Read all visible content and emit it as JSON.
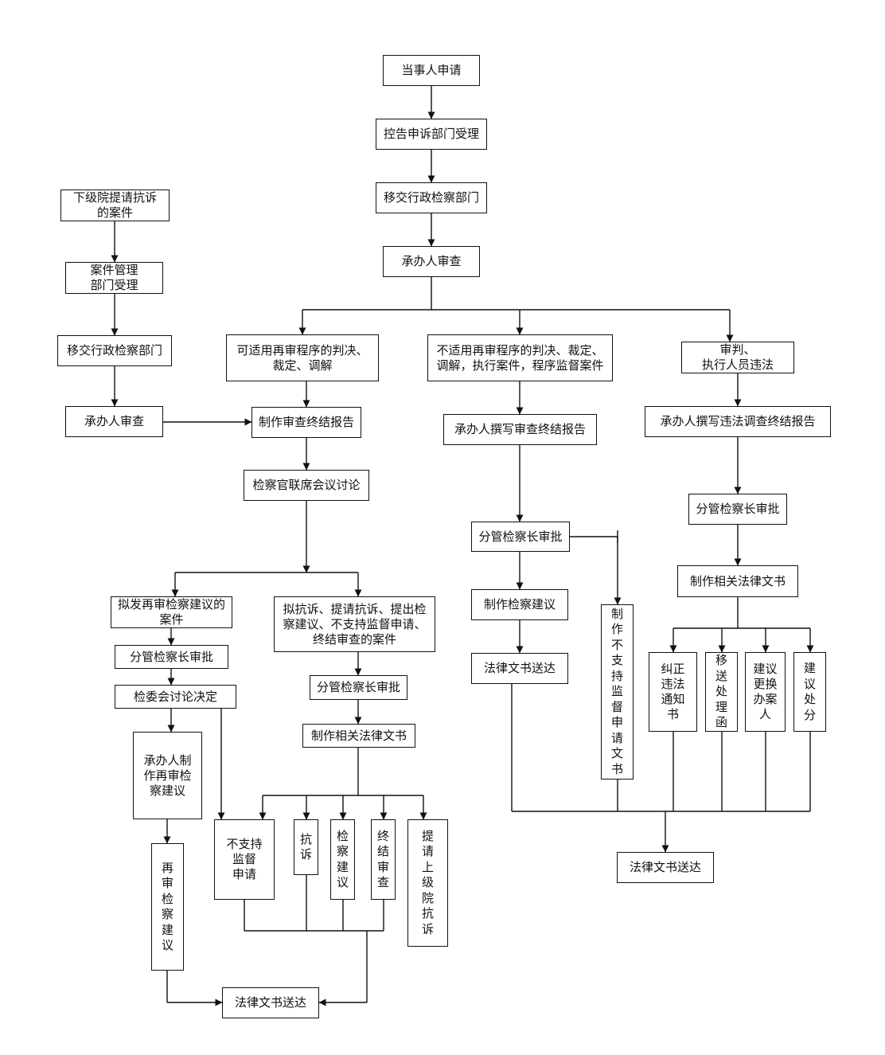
{
  "colors": {
    "line": "#111111",
    "box_fill": "#ffffff",
    "background": "#ffffff"
  },
  "nodes": {
    "n_apply": "当事人申请",
    "n_accept": "控告申诉部门受理",
    "n_transfer": "移交行政检察部门",
    "n_review": "承办人审查",
    "l_lower": "下级院提请抗诉\n的案件",
    "l_casemgmt": "案件管理\n部门受理",
    "l_transfer": "移交行政检察部门",
    "l_review": "承办人审查",
    "b1_title": "可适用再审程序的判决、\n裁定、调解",
    "b1_report": "制作审查终结报告",
    "b1_meeting": "检察官联席会议讨论",
    "b1a_title": "拟发再审检察建议的\n案件",
    "b1a_approve": "分管检察长审批",
    "b1a_committee": "检委会讨论决定",
    "b1a_make": "承办人制作再审检察建议",
    "b1a_recheck": "再审检察建议",
    "b1a_deliver": "法律文书送达",
    "b1b_title": "拟抗诉、提请抗诉、提出检\n察建议、不支持监督申请、\n终结审查的案件",
    "b1b_approve": "分管检察长审批",
    "b1b_docs": "制作相关法律文书",
    "b1b_nosupport": "不支持\n监督\n申请",
    "b1b_protest": "抗诉",
    "b1b_suggest": "检察建议",
    "b1b_end": "终结审查",
    "b1b_request": "提请上级院抗诉",
    "b2_title": "不适用再审程序的判决、裁定、\n调解，执行案件，程序监督案件",
    "b2_report": "承办人撰写审查终结报告",
    "b2_approve": "分管检察长审批",
    "b2_suggest": "制作检察建议",
    "b2_deliver1": "法律文书送达",
    "b2_nosupport": "制作不支持监督申请文书",
    "b3_title": "审判、\n执行人员违法",
    "b3_report": "承办人撰写违法调查终结报告",
    "b3_approve": "分管检察长审批",
    "b3_docs": "制作相关法律文书",
    "b3_notice": "纠正违法通知书",
    "b3_transfer": "移送处理函",
    "b3_replace": "建议更换办案人",
    "b3_punish": "建议处分",
    "final_deliver": "法律文书送达"
  }
}
